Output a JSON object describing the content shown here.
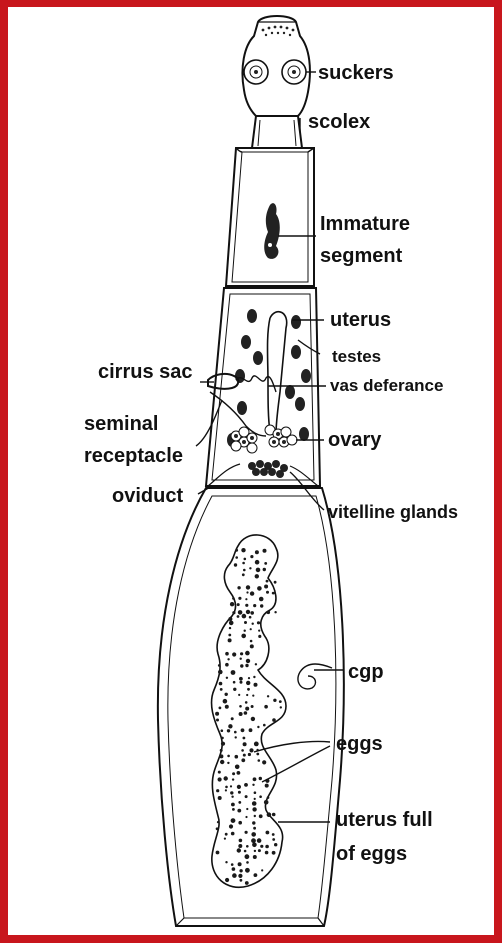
{
  "frame_color": "#c8161d",
  "labels": {
    "suckers": "suckers",
    "scolex": "scolex",
    "immature_1": "Immature",
    "immature_2": "segment",
    "uterus": "uterus",
    "testes": "testes",
    "cirrus_sac": "cirrus sac",
    "vas_deferance": "vas deferance",
    "seminal_1": "seminal",
    "seminal_2": "receptacle",
    "ovary": "ovary",
    "oviduct": "oviduct",
    "vitelline": "vitelline glands",
    "cgp": "cgp",
    "eggs": "eggs",
    "uterus_full_1": "uterus full",
    "uterus_full_2": "of eggs"
  }
}
